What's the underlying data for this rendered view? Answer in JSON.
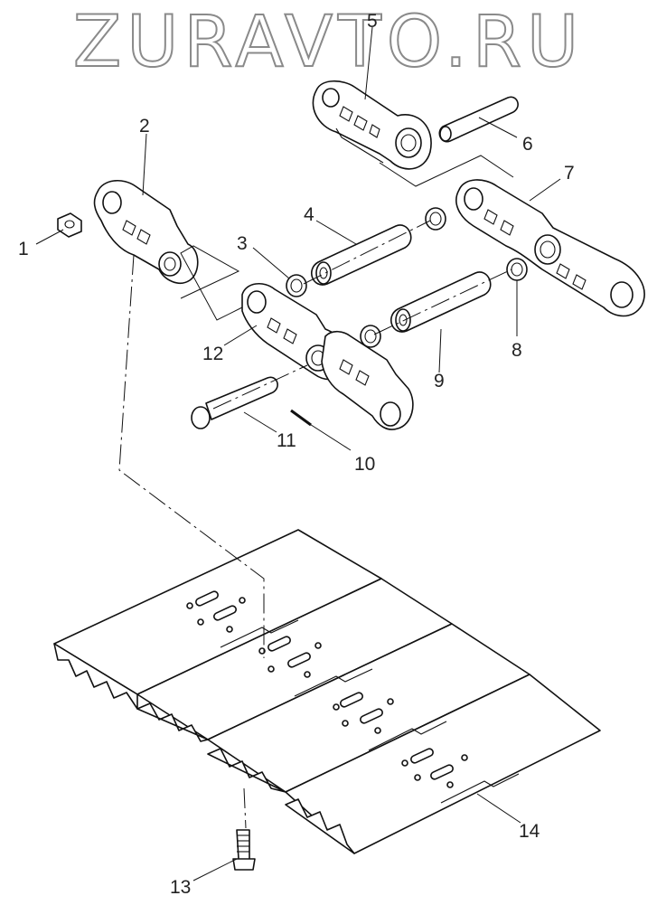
{
  "watermark": "ZURAVTO.RU",
  "callouts": [
    "1",
    "2",
    "3",
    "4",
    "5",
    "6",
    "7",
    "8",
    "9",
    "10",
    "11",
    "12",
    "13",
    "14"
  ]
}
